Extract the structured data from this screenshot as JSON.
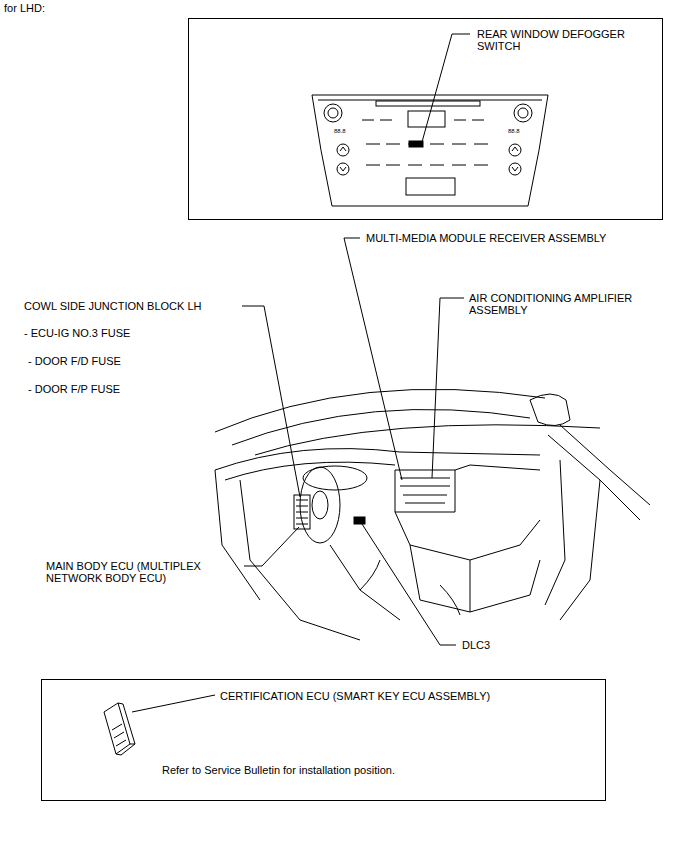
{
  "diagram": {
    "title": "for LHD:",
    "nodes": [
      {
        "text": [
          "REAR WINDOW DEFOGGER SWITCH"
        ]
      },
      {
        "text": [
          "CERTIFICATION ECU (SMART KEY ECU ASSEMBLY)",
          "Refer to Service Bulletin for installation position."
        ]
      }
    ],
    "labels": [
      "88.8",
      "88.8",
      "MULTI-MEDIA MODULE RECEIVER ASSEMBLY",
      "AIR CONDITIONING AMPLIFIER ASSEMBLY",
      "COWL SIDE JUNCTION BLOCK LH",
      "- ECU-IG NO.3 FUSE",
      "- DOOR F/D FUSE",
      "- DOOR F/P FUSE",
      "MAIN BODY ECU (MULTIPLEX NETWORK BODY ECU)",
      "DLC3"
    ]
  }
}
